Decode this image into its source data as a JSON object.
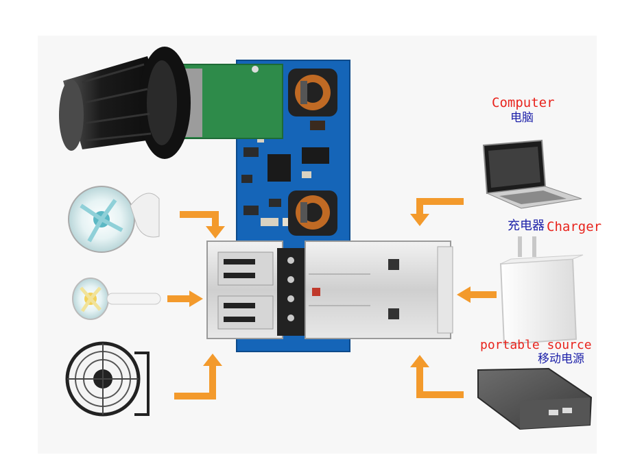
{
  "labels": {
    "computer_en": "Computer",
    "computer_cn": "电脑",
    "charger_cn": "充电器",
    "charger_en": "Charger",
    "portable_en": "portable source",
    "portable_cn": "移动电源"
  },
  "colors": {
    "arrow": "#f39a2c",
    "label_red": "#e8231c",
    "label_blue": "#1b1fa8",
    "pcb": "#1565b8"
  }
}
